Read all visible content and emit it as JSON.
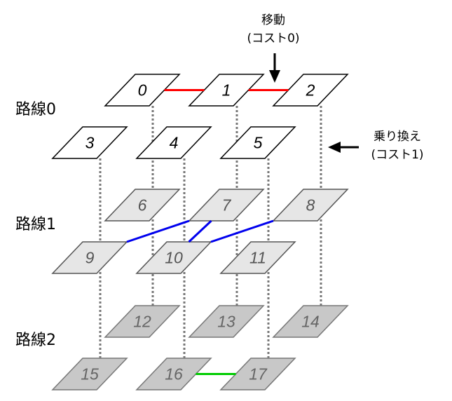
{
  "lines": [
    {
      "label": "路線0"
    },
    {
      "label": "路線1"
    },
    {
      "label": "路線2"
    }
  ],
  "nodes": [
    "0",
    "1",
    "2",
    "3",
    "4",
    "5",
    "6",
    "7",
    "8",
    "9",
    "10",
    "11",
    "12",
    "13",
    "14",
    "15",
    "16",
    "17"
  ],
  "edges": [
    {
      "from": 0,
      "to": 1,
      "color": "#ff0000"
    },
    {
      "from": 1,
      "to": 2,
      "color": "#ff0000"
    },
    {
      "from": 9,
      "to": 7,
      "color": "#0000ee"
    },
    {
      "from": 10,
      "to": 7,
      "color": "#0000ee"
    },
    {
      "from": 10,
      "to": 8,
      "color": "#0000ee"
    },
    {
      "from": 16,
      "to": 17,
      "color": "#00cc00"
    }
  ],
  "annotations": {
    "move": {
      "line1": "移動",
      "line2": "(コスト0)"
    },
    "transfer": {
      "line1": "乗り換え",
      "line2": "(コスト1)"
    }
  },
  "layer_styles": [
    {
      "fill": "#ffffff",
      "stroke": "#000000",
      "text": "#000000"
    },
    {
      "fill": "#e6e6e6",
      "stroke": "#555555",
      "text": "#555555"
    },
    {
      "fill": "#c8c8c8",
      "stroke": "#777777",
      "text": "#666666"
    }
  ]
}
